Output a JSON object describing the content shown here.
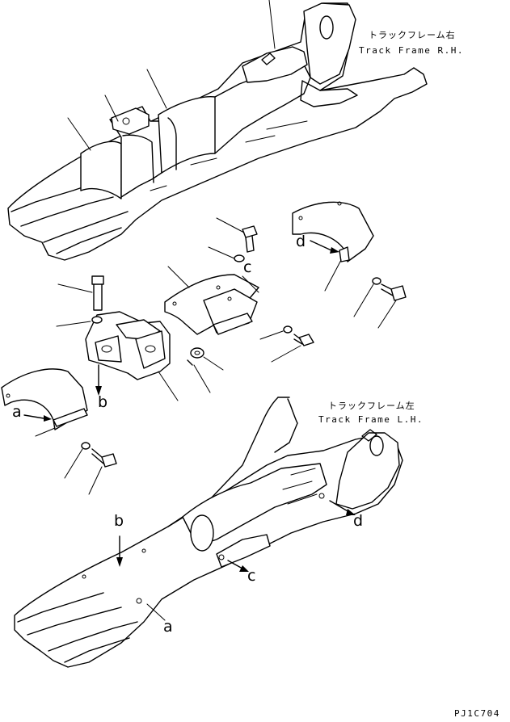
{
  "diagram": {
    "frame_rh": {
      "jp": "トラックフレーム右",
      "en": "Track Frame R.H."
    },
    "frame_lh": {
      "jp": "トラックフレーム左",
      "en": "Track Frame L.H."
    },
    "callouts": [
      "a",
      "b",
      "c",
      "d"
    ],
    "drawing_number": "PJ1C704"
  }
}
